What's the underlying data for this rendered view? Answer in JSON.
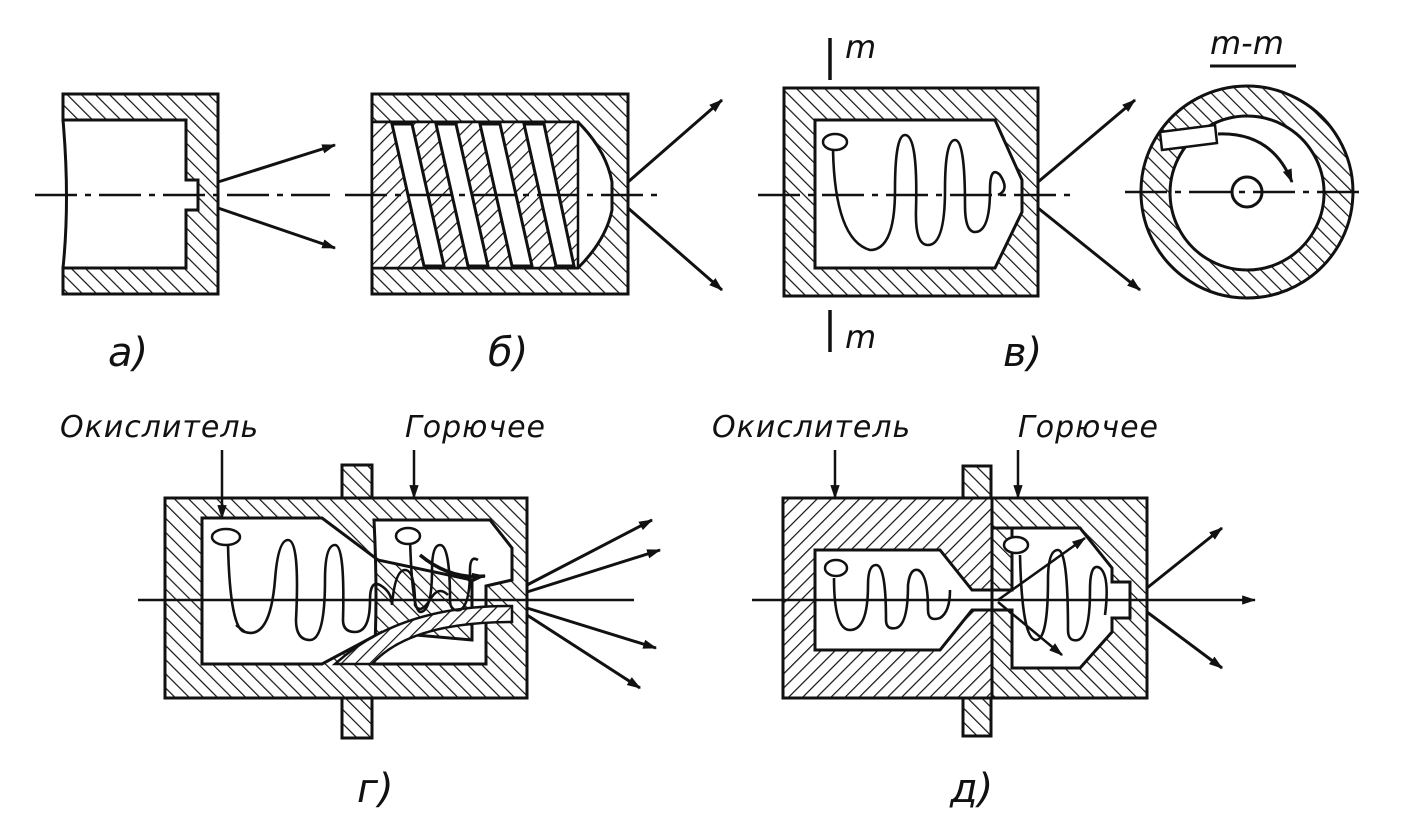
{
  "labels": {
    "a": "а)",
    "b": "б)",
    "v": "в)",
    "g": "г)",
    "d": "д)",
    "section_mark": "m",
    "section_title": "m-m"
  },
  "substances": {
    "oxidizer": "Окислитель",
    "fuel": "Горючее"
  },
  "colors": {
    "ink": "#111111",
    "paper": "#ffffff"
  }
}
